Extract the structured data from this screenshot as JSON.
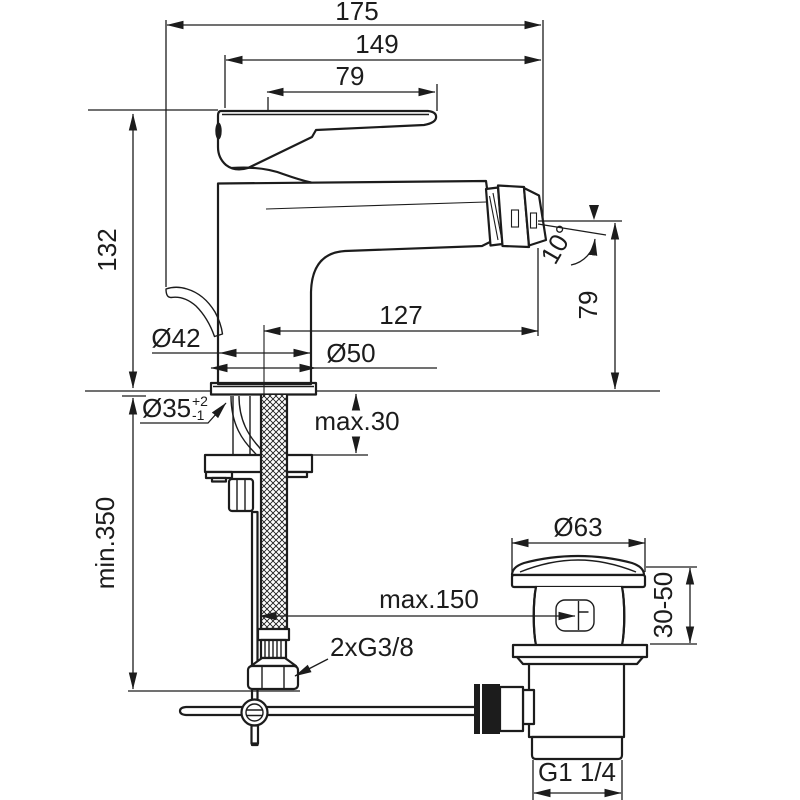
{
  "drawing": {
    "kind": "technical_dimension_drawing",
    "line_color": "#1c1c1c",
    "background_color": "#ffffff"
  },
  "dimensions": {
    "overall_depth": "175",
    "spout_depth": "149",
    "lever_length": "79",
    "body_height": "132",
    "spout_angle": "10°",
    "outlet_height": "79",
    "spout_reach": "127",
    "body_diameter": "Ø42",
    "base_diameter": "Ø50",
    "hole_diameter": "Ø35",
    "hole_tolerance_plus": "+2",
    "hole_tolerance_minus": "-1",
    "max_deck_thickness": "max.30",
    "min_hose_length": "min.350",
    "max_rod_length": "max.150",
    "hose_thread": "2xG3/8",
    "waste_cap_diameter": "Ø63",
    "waste_clamp_range": "30-50",
    "waste_thread": "G1 1/4"
  }
}
